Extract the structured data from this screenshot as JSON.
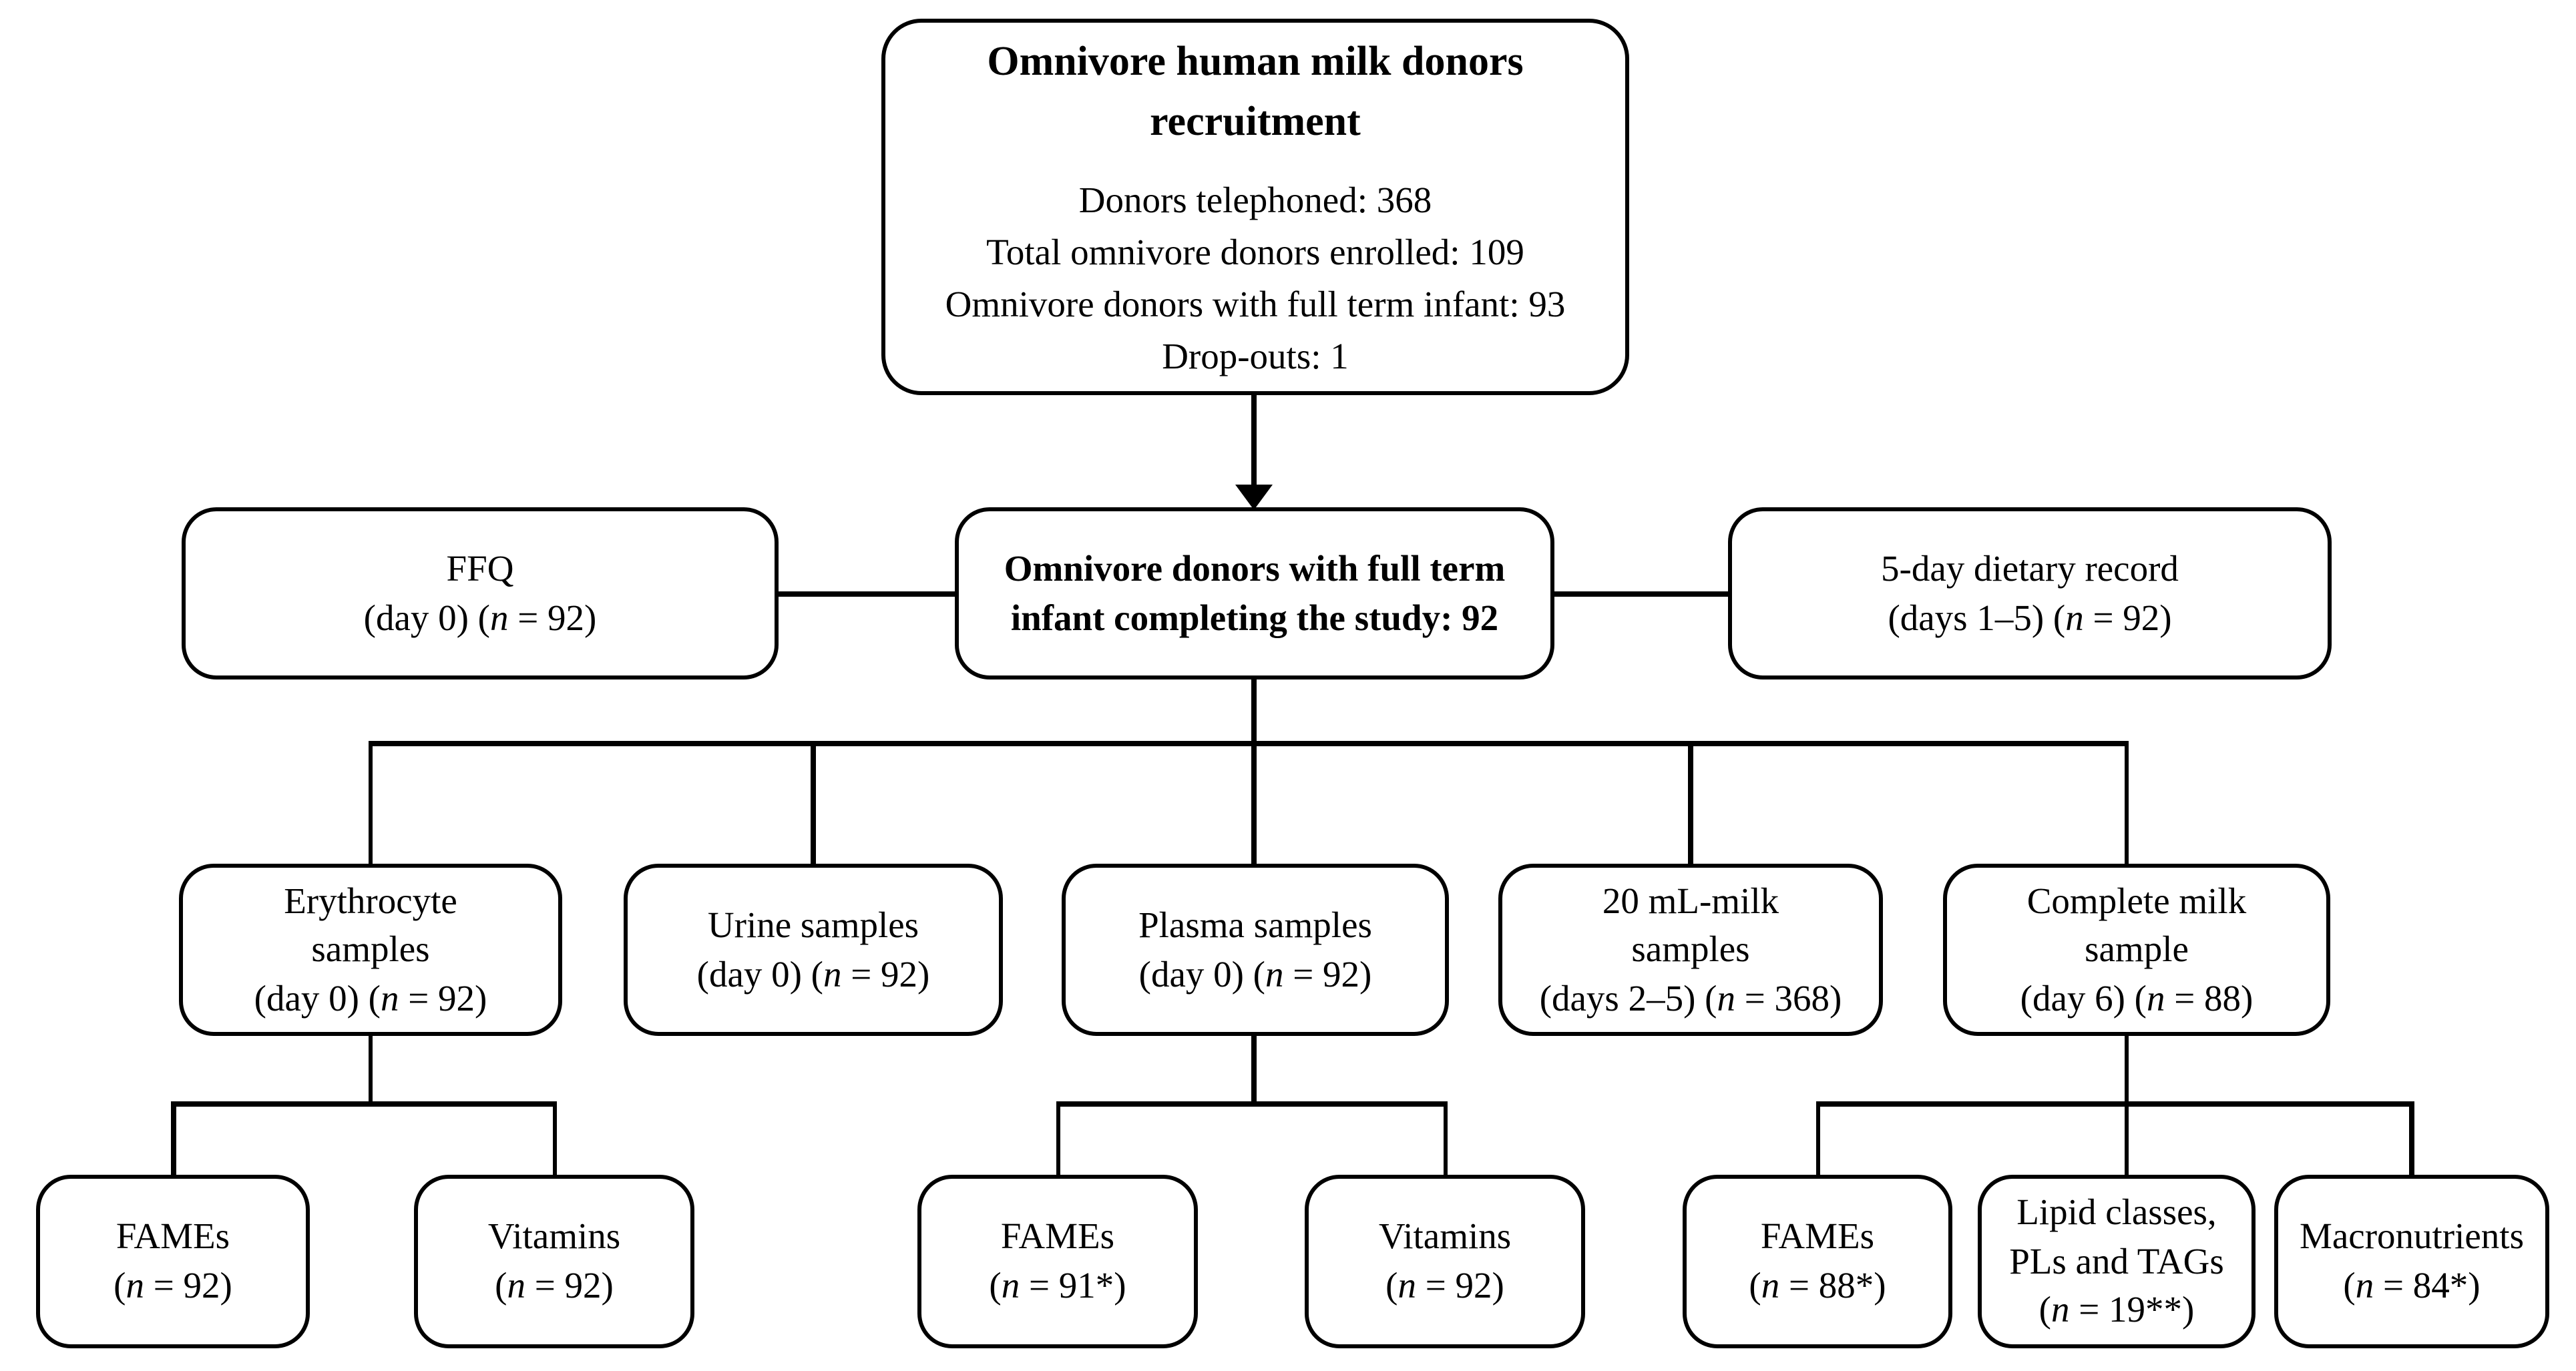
{
  "figure": {
    "background": "#ffffff",
    "line_color": "#000000",
    "nodes": {
      "recruitment": {
        "title_lines": [
          "Omnivore human milk donors",
          "recruitment"
        ],
        "detail_lines": [
          "Donors telephoned: 368",
          "Total omnivore donors enrolled: 109",
          "Omnivore donors with full term infant: 93",
          "Drop-outs: 1"
        ]
      },
      "ffq": {
        "lines": [
          "FFQ",
          "(day 0) (n = 92)"
        ]
      },
      "completing": {
        "lines": [
          "Omnivore donors with full term",
          "infant completing the study: 92"
        ]
      },
      "dietary_record": {
        "lines": [
          "5-day dietary record",
          "(days 1–5) (n = 92)"
        ]
      },
      "erythrocyte": {
        "lines": [
          "Erythrocyte",
          "samples",
          "(day 0) (n = 92)"
        ]
      },
      "urine": {
        "lines": [
          "Urine samples",
          "(day 0) (n = 92)"
        ]
      },
      "plasma": {
        "lines": [
          "Plasma samples",
          "(day 0) (n = 92)"
        ]
      },
      "milk_20ml": {
        "lines": [
          "20 mL-milk",
          "samples",
          "(days 2–5) (n = 368)"
        ]
      },
      "complete_milk": {
        "lines": [
          "Complete milk",
          "sample",
          "(day 6) (n = 88)"
        ]
      },
      "fames_erythrocyte": {
        "lines": [
          "FAMEs",
          "(n = 92)"
        ]
      },
      "vitamins_erythrocyte": {
        "lines": [
          "Vitamins",
          "(n = 92)"
        ]
      },
      "fames_plasma": {
        "lines": [
          "FAMEs",
          "(n = 91*)"
        ]
      },
      "vitamins_plasma": {
        "lines": [
          "Vitamins",
          "(n = 92)"
        ]
      },
      "fames_complete_milk": {
        "lines": [
          "FAMEs",
          "(n = 88*)"
        ]
      },
      "lipid_classes": {
        "lines": [
          "Lipid classes,",
          "PLs and TAGs",
          "(n = 19**)"
        ]
      },
      "macronutrients": {
        "lines": [
          "Macronutrients",
          "(n = 84*)"
        ]
      }
    }
  }
}
